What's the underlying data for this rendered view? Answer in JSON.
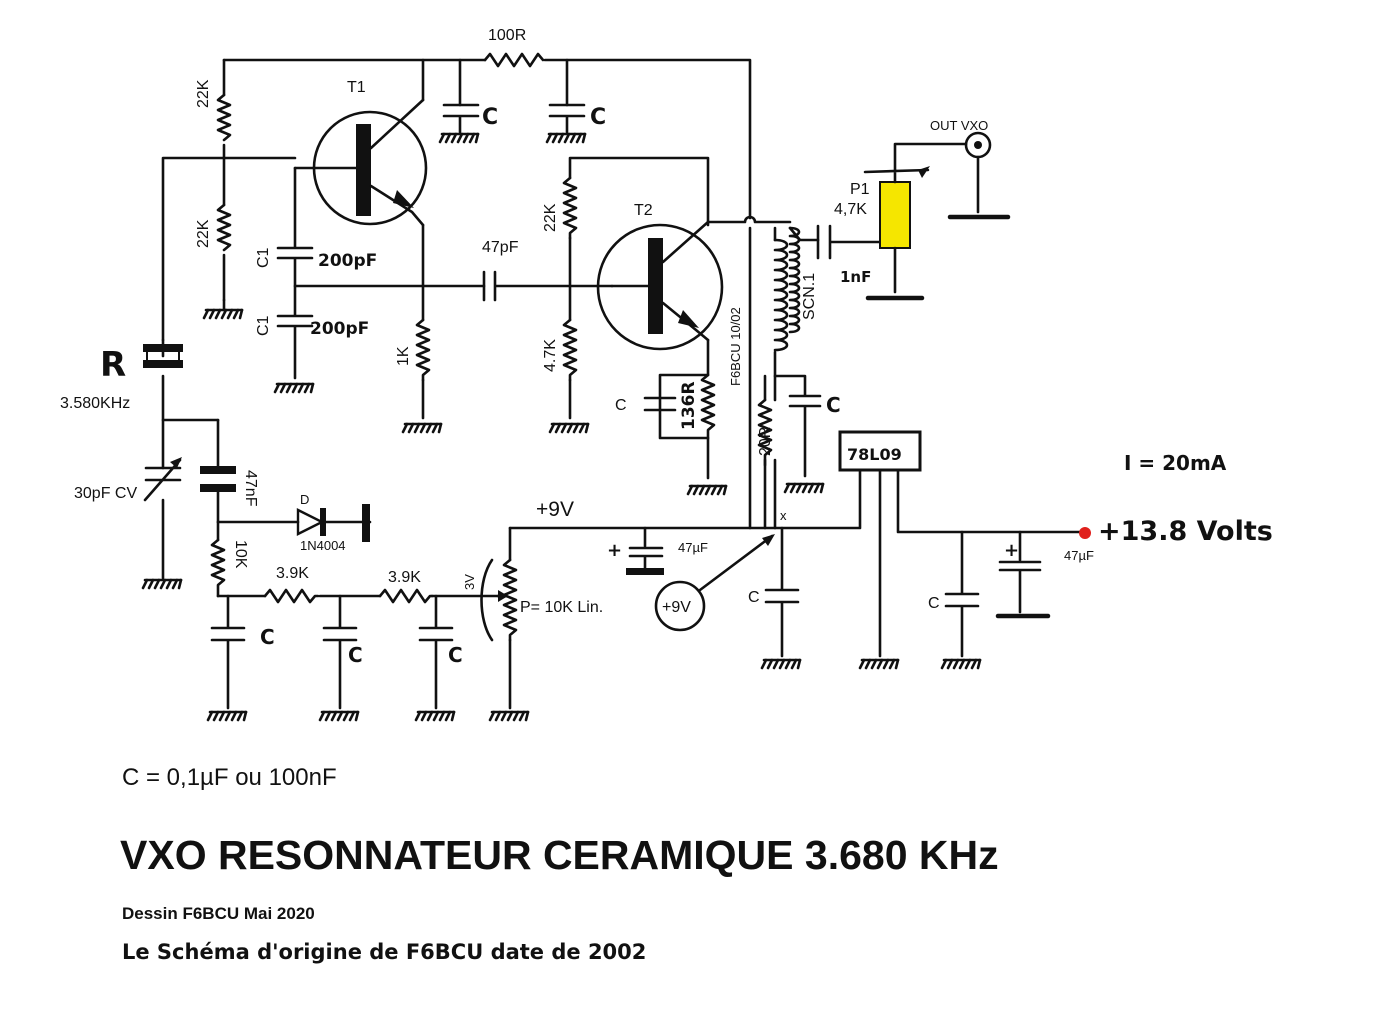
{
  "labels": {
    "r100": "100R",
    "t1": "T1",
    "t2": "T2",
    "c": "C",
    "r22k": "22K",
    "c1": "C1",
    "pf200": "200pF",
    "pf47": "47pF",
    "r1k": "1K",
    "r47k": "4.7K",
    "r136": "136R",
    "f6bcu": "F6BCU 10/02",
    "scn1": "SCN.1",
    "r20": "20R",
    "res_r": "R",
    "freq": "3.580KHz",
    "cv": "30pF CV",
    "nf47": "47nF",
    "d": "D",
    "diode": "1N4004",
    "r10k": "10K",
    "r39k": "3.9K",
    "v3": "3V",
    "pot": "P= 10K Lin.",
    "plus9": "+9V",
    "v9": "+9V",
    "uf47": "47µF",
    "plus": "+",
    "x": "x",
    "reg": "78L09",
    "current": "I = 20mA",
    "supply": "+13.8 Volts",
    "out": "OUT VXO",
    "p1": "P1",
    "p1v": "4,7K",
    "nf1": "1nF"
  },
  "colors": {
    "pot_body": "#f5e600",
    "supply_dot": "#e0201c"
  },
  "footer": {
    "note": "C = 0,1µF ou 100nF",
    "title": "VXO RESONNATEUR CERAMIQUE 3.680 KHz",
    "credit1": "Dessin F6BCU Mai 2020",
    "credit2": "Le Schéma  d'origine de F6BCU date de 2002"
  }
}
